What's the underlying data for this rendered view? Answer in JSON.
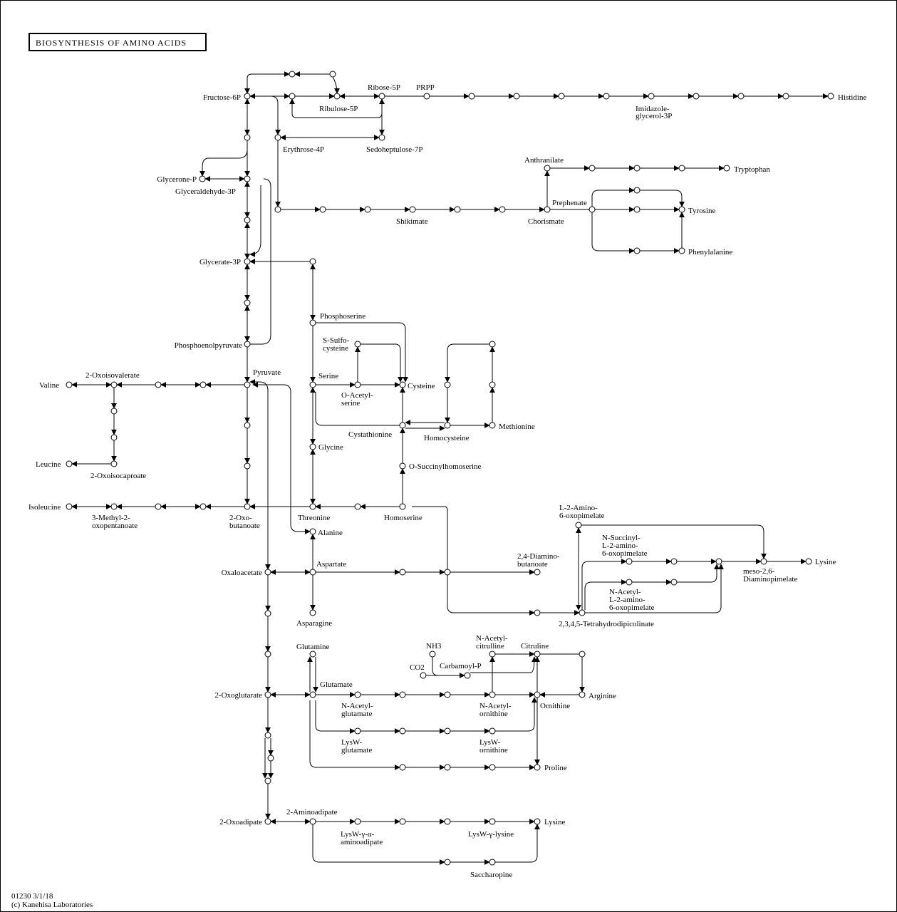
{
  "title": "BIOSYNTHESIS OF AMINO ACIDS",
  "footer": {
    "code": "01230 3/1/18",
    "copyright": "(c) Kanehisa Laboratories"
  },
  "labels": {
    "fructose_6p": "Fructose-6P",
    "ribose_5p": "Ribose-5P",
    "prpp": "PRPP",
    "ribulose_5p": "Ribulose-5P",
    "imidazole": "Imidazole-",
    "glycerol_3p": "glycerol-3P",
    "histidine": "Histidine",
    "erythrose_4p": "Erythrose-4P",
    "sedoheptulose_7p": "Sedoheptulose-7P",
    "anthranilate": "Anthranilate",
    "tryptophan": "Tryptophan",
    "glycerone_p": "Glycerone-P",
    "glyceraldehyde_3p": "Glyceraldehyde-3P",
    "prephenate": "Prephenate",
    "tyrosine": "Tyrosine",
    "shikimate": "Shikimate",
    "chorismate": "Chorismate",
    "phenylalanine": "Phenylalanine",
    "glycerate_3p": "Glycerate-3P",
    "phosphoserine": "Phosphoserine",
    "s_sulfo": "S-Sulfo-",
    "cysteine_word": "cysteine",
    "phosphoenolpyruvate": "Phosphoenolpyruvate",
    "pyruvate": "Pyruvate",
    "oxoisovalerate": "2-Oxoisovalerate",
    "valine": "Valine",
    "serine": "Serine",
    "cysteine": "Cysteine",
    "o_acetyl": "O-Acetyl-",
    "serine_word": "serine",
    "cystathionine": "Cystathionine",
    "homocysteine": "Homocysteine",
    "methionine": "Methionine",
    "glycine": "Glycine",
    "leucine": "Leucine",
    "oxoisocaproate": "2-Oxoisocaproate",
    "o_succinylhomoserine": "O-Succinylhomoserine",
    "isoleucine": "Isoleucine",
    "methyl_2": "3-Methyl-2-",
    "oxopentanoate": "oxopentanoate",
    "oxo_2": "2-Oxo-",
    "butanoate": "butanoate",
    "threonine": "Threonine",
    "homoserine": "Homoserine",
    "l2_amino": "L-2-Amino-",
    "oxopimelate_6": "6-oxopimelate",
    "alanine": "Alanine",
    "n_succinyl": "N-Succinyl-",
    "l2_amino_lc": "L-2-amino-",
    "diamino_24": "2,4-Diamino-",
    "butanoate_word": "butanoate",
    "oxaloacetate": "Oxaloacetate",
    "aspartate": "Aspartate",
    "meso_26": "meso-2,6-",
    "diaminopimelate": "Diaminopimelate",
    "lysine": "Lysine",
    "n_acetyl": "N-Acetyl-",
    "tetrahydrodipicolinate": "2,3,4,5-Tetrahydrodipicolinate",
    "asparagine": "Asparagine",
    "glutamine": "Glutamine",
    "nh3": "NH3",
    "n_acetyl_citrulline_1": "N-Acetyl-",
    "citrulline_lc": "citrulline",
    "citrulline": "Citruline",
    "co2": "CO2",
    "carbamoyl_p": "Carbamoyl-P",
    "oxoglutarate": "2-Oxoglutarate",
    "glutamate": "Glutamate",
    "arginine": "Arginine",
    "ornithine": "Ornithine",
    "n_acetyl_glutamate_1": "N-Acetyl-",
    "glutamate_lc": "glutamate",
    "n_acetyl_ornithine_1": "N-Acetyl-",
    "ornithine_lc": "ornithine",
    "lysw": "LysW-",
    "proline": "Proline",
    "aminoadipate": "2-Aminoadipate",
    "oxoadipate": "2-Oxoadipate",
    "lysw_gamma_alpha": "LysW-γ-α-",
    "aminoadipate_lc": "aminoadipate",
    "lysw_gamma_lysine": "LysW-γ-lysine",
    "saccharopine": "Saccharopine"
  }
}
